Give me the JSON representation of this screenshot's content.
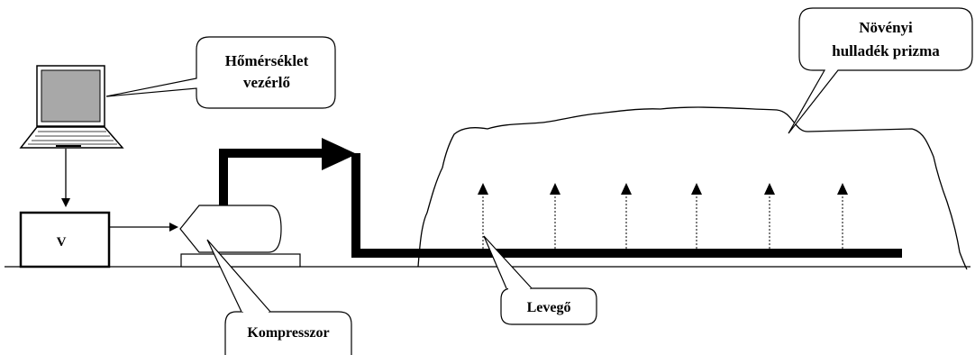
{
  "labels": {
    "controller": [
      "Hőmérséklet",
      "vezérlő"
    ],
    "pile": [
      "Növényi",
      "hulladék prizma"
    ],
    "valve": "V",
    "compressor": "Kompresszor",
    "air": "Levegő"
  },
  "airflow_arrow_count": 6
}
